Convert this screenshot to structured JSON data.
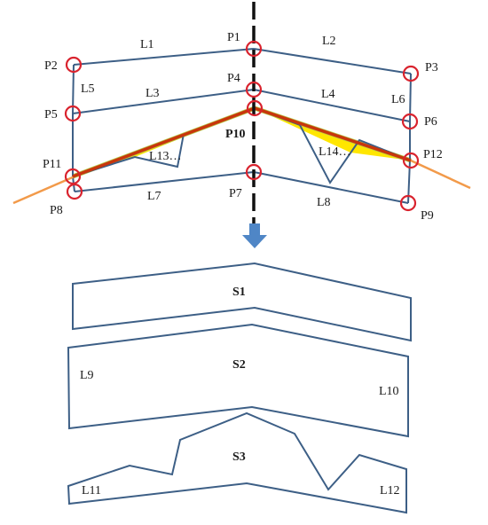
{
  "colors": {
    "edge": "#3d5f86",
    "marker": "#d9232e",
    "cut_line": "#f29a4a",
    "ridge": "#c8360c",
    "axis": "#111111",
    "fill_green": "#b5c94a",
    "fill_yellow": "#ffe600",
    "arrow": "#4f86c6"
  },
  "icons": {
    "arrow": "arrow-down-icon",
    "marker": "circle-marker-icon"
  },
  "points": {
    "p1": "P1",
    "p2": "P2",
    "p3": "P3",
    "p4": "P4",
    "p5": "P5",
    "p6": "P6",
    "p7": "P7",
    "p8": "P8",
    "p9": "P9",
    "p10": "P10",
    "p11": "P11",
    "p12": "P12"
  },
  "lines": {
    "l1": "L1",
    "l2": "L2",
    "l3": "L3",
    "l4": "L4",
    "l5": "L5",
    "l6": "L6",
    "l7": "L7",
    "l8": "L8",
    "l13": "L13…",
    "l14": "L14…"
  },
  "surfaces": {
    "s1": "S1",
    "s2": "S2",
    "s3": "S3",
    "l9": "L9",
    "l10": "L10",
    "l11": "L11",
    "l12": "L12"
  }
}
